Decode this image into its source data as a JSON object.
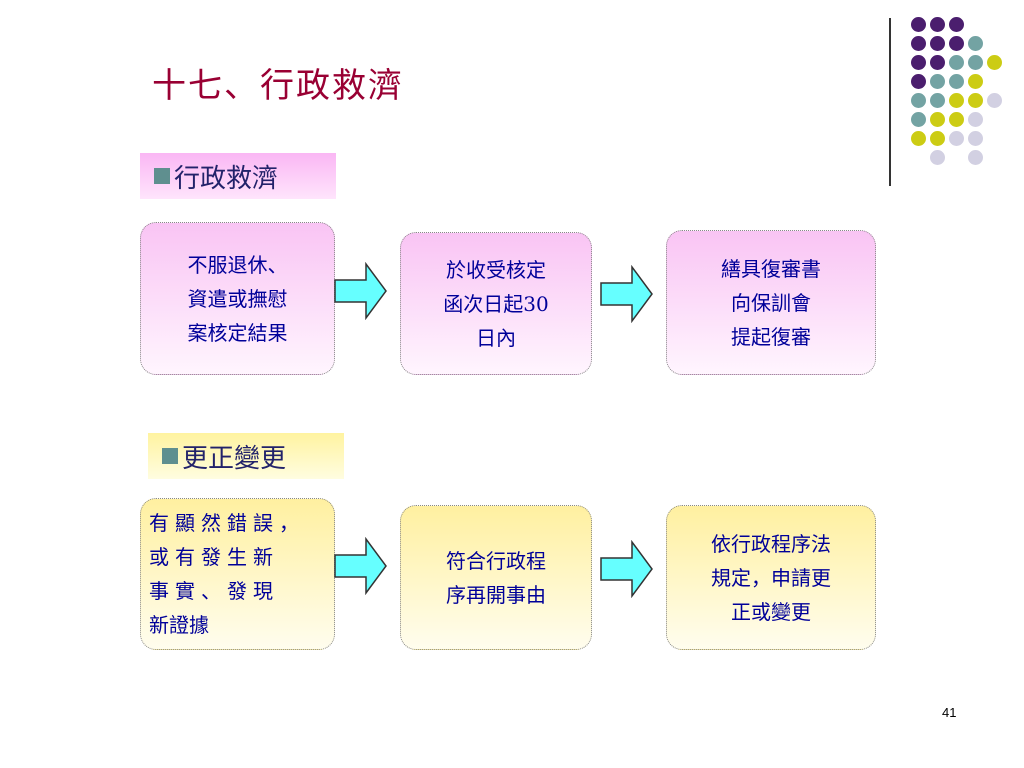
{
  "slide": {
    "title": "十七、行政救濟",
    "page_number": "41"
  },
  "section1": {
    "header": "行政救濟",
    "boxes": [
      {
        "lines": [
          "不服退休、",
          "資遣或撫慰",
          "案核定結果"
        ]
      },
      {
        "lines": [
          "於收受核定",
          "函次日起30",
          "日內"
        ]
      },
      {
        "lines": [
          "繕具復審書",
          "向保訓會",
          "提起復審"
        ]
      }
    ]
  },
  "section2": {
    "header": "更正變更",
    "boxes": [
      {
        "lines": [
          "有顯然錯誤，",
          "或有發生新",
          "事實、發現",
          "新證據"
        ]
      },
      {
        "lines": [
          "符合行政程",
          "序再開事由"
        ]
      },
      {
        "lines": [
          "依行政程序法",
          "規定，申請更",
          "正或變更"
        ]
      }
    ]
  },
  "colors": {
    "title": "#990033",
    "text": "#000099",
    "arrow_fill": "#66ffff",
    "dot_purple": "#4b1e6e",
    "dot_teal": "#73a3a3",
    "dot_yellow": "#cccc14",
    "dot_lavender": "#d2d0e2"
  }
}
